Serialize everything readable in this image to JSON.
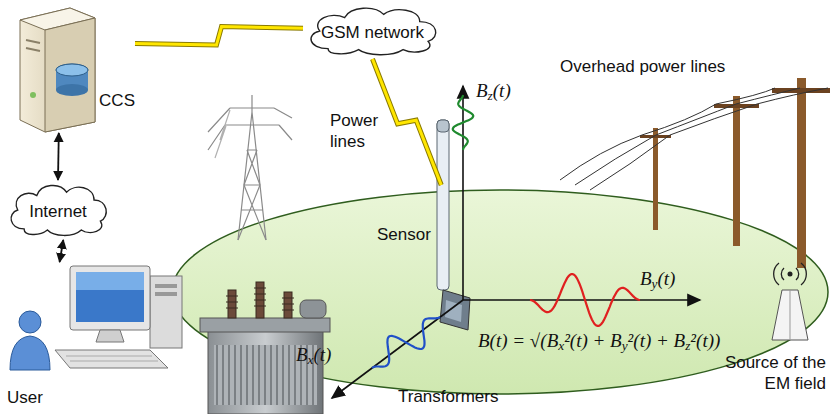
{
  "diagram": {
    "nodes": [
      {
        "text": [
          "CCS"
        ]
      },
      {
        "text": [
          "GSM network"
        ]
      },
      {
        "text": [
          "Internet"
        ]
      },
      {
        "text": [
          "User"
        ]
      },
      {
        "text": [
          "Sensor"
        ]
      }
    ],
    "edges": [
      {
        "from": 0,
        "to": 1,
        "arrow": "none"
      },
      {
        "from": 1,
        "to": 4,
        "arrow": "none"
      },
      {
        "from": 0,
        "to": 2,
        "arrow": "both"
      },
      {
        "from": 2,
        "to": 3,
        "arrow": "both"
      }
    ],
    "labels": [
      "Power lines",
      "Bz(t)",
      "By(t)",
      "Bx(t)",
      "B(t) = √(Bx²(t) + By²(t) + Bz²(t))",
      "Overhead power lines",
      "Transformers",
      "Source of the EM field"
    ]
  }
}
